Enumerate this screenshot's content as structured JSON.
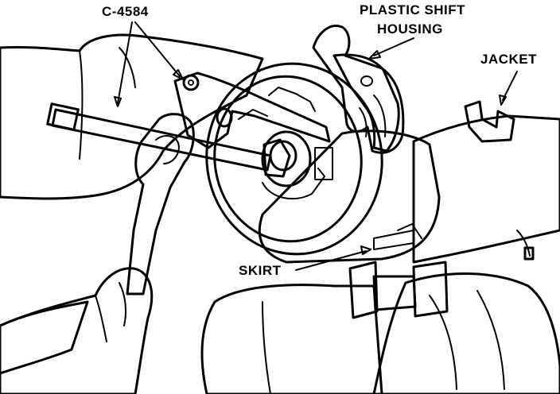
{
  "labels": {
    "tool": "C-4584",
    "housing_line1": "PLASTIC SHIFT",
    "housing_line2": "HOUSING",
    "jacket": "JACKET",
    "skirt": "SKIRT"
  },
  "colors": {
    "ink": "#000000",
    "paper": "#ffffff"
  }
}
